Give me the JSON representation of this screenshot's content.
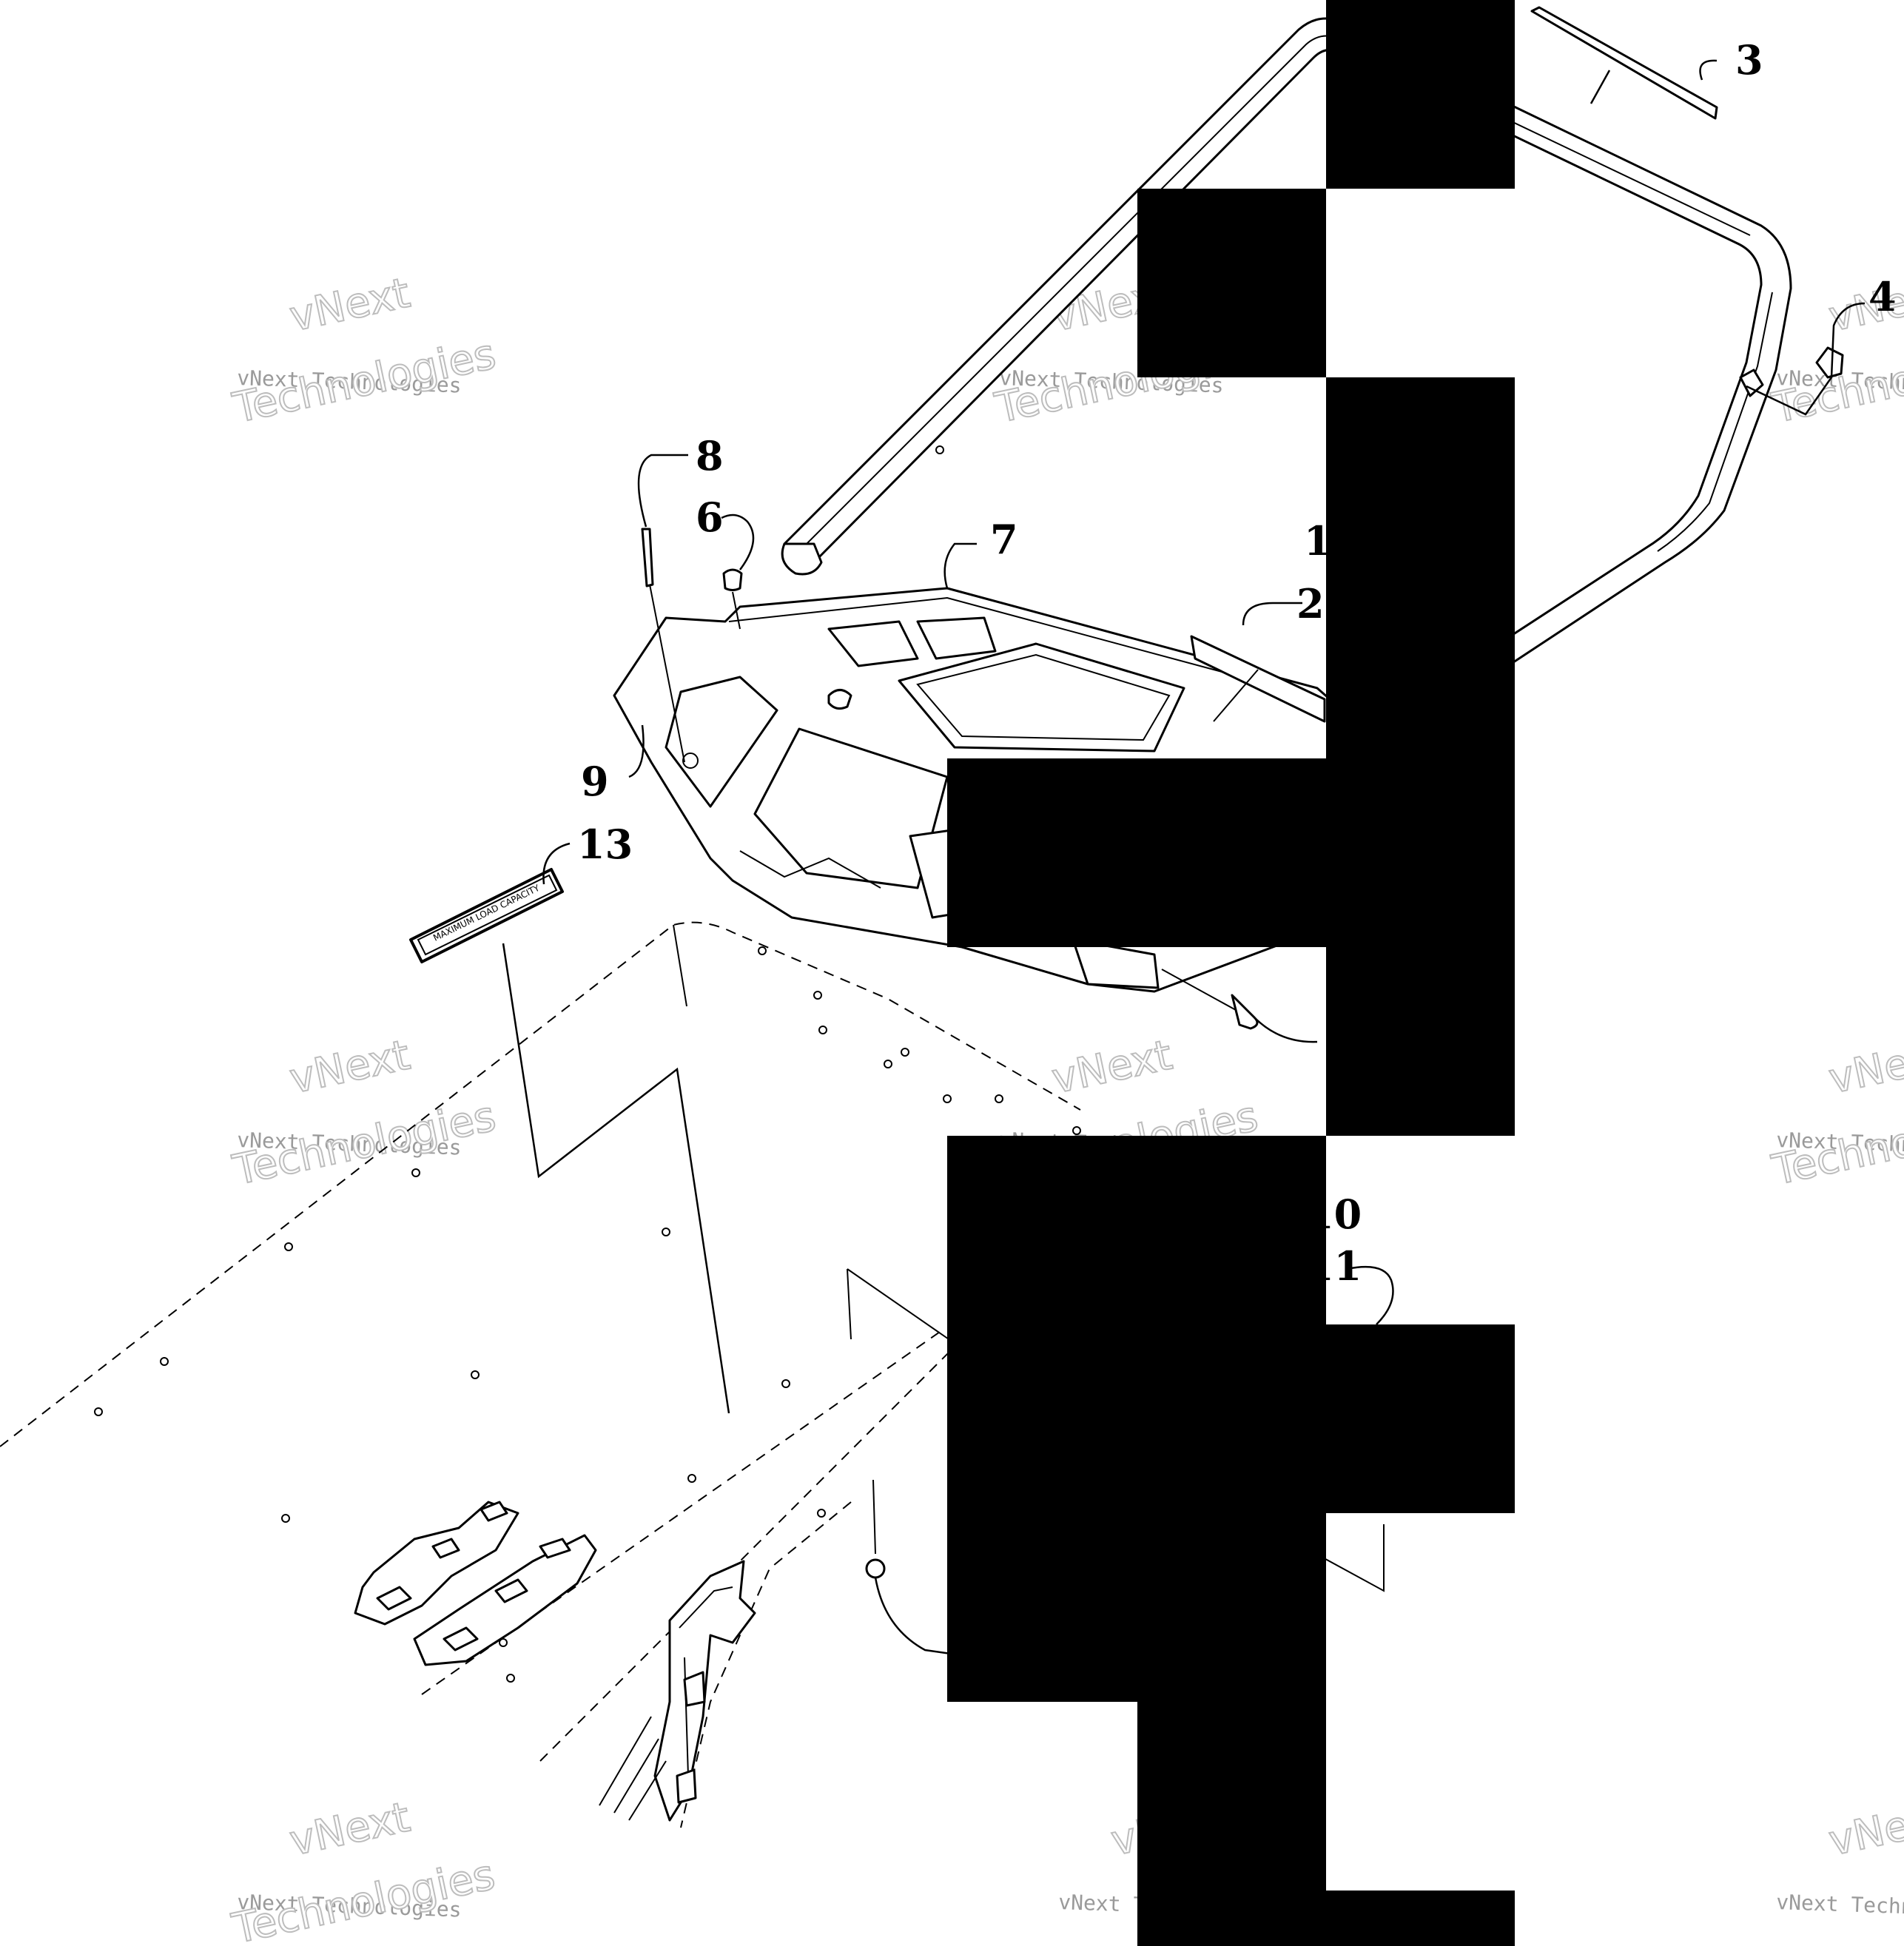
{
  "watermark": {
    "line1": "vNext Technologies",
    "line2": "vNext",
    "line3": "Technologies"
  },
  "callouts": [
    "1",
    "2",
    "3",
    "4",
    "6",
    "7",
    "8",
    "9",
    "10",
    "11",
    "13"
  ],
  "decal_text": "MAXIMUM LOAD CAPACITY",
  "colors": {
    "ink": "#000000",
    "paper": "#ffffff",
    "watermark": "#9a9a9a"
  }
}
